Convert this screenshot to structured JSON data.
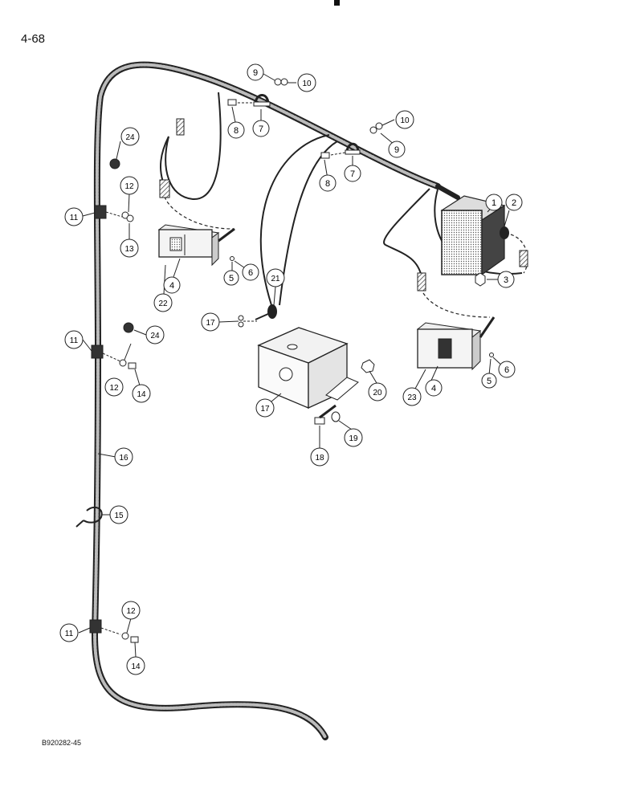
{
  "page_number": "4-68",
  "figure_code": "B920282-45",
  "callouts": {
    "c1": "1",
    "c2": "2",
    "c3": "3",
    "c4a": "4",
    "c4b": "4",
    "c5a": "5",
    "c5b": "5",
    "c6a": "6",
    "c6b": "6",
    "c7a": "7",
    "c7b": "7",
    "c8a": "8",
    "c8b": "8",
    "c9a": "9",
    "c9b": "9",
    "c10a": "10",
    "c10b": "10",
    "c11a": "11",
    "c11b": "11",
    "c11c": "11",
    "c12a": "12",
    "c12b": "12",
    "c12c": "12",
    "c13": "13",
    "c14a": "14",
    "c14b": "14",
    "c15": "15",
    "c16": "16",
    "c17a": "17",
    "c17b": "17",
    "c18": "18",
    "c19": "19",
    "c20": "20",
    "c21": "21",
    "c22": "22",
    "c23": "23",
    "c24a": "24",
    "c24b": "24"
  }
}
